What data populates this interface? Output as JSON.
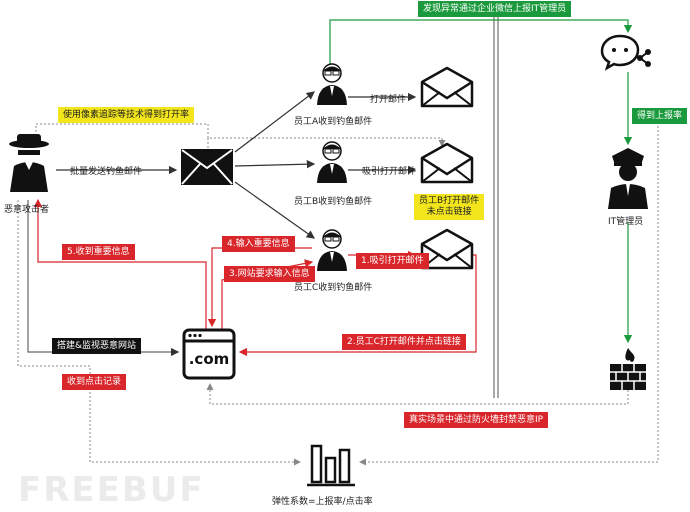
{
  "labels": {
    "attacker": "恶意攻击者",
    "bulk_send": "批量发送钓鱼邮件",
    "pixel_tracking": "使用像素追踪等技术得到打开率",
    "employee_a": "员工A收到钓鱼邮件",
    "employee_b": "员工B收到钓鱼邮件",
    "employee_c": "员工C收到钓鱼邮件",
    "open_mail": "打开邮件",
    "lure_open": "吸引打开邮件",
    "b_opened_line1": "员工B打开邮件",
    "b_opened_line2": "未点击链接",
    "c_step1": "1.吸引打开邮件",
    "c_step2": "2.员工C打开邮件并点击链接",
    "c_step3": "3.网站要求输入信息",
    "c_step4": "4.输入重要信息",
    "c_step5": "5.收到重要信息",
    "build_site": "搭建&监视恶意网站",
    "site_text": ".com",
    "click_record": "收到点击记录",
    "report_it": "发现异常通过企业微信上报IT管理员",
    "got_report": "得到上报率",
    "it_admin": "IT管理员",
    "firewall_ban": "真实场景中通过防火墙封禁恶意IP",
    "resilience": "弹性系数=上报率/点击率",
    "watermark": "FREEBUF"
  },
  "colors": {
    "green": "#1a9a3c",
    "red": "#d8262b",
    "yellow": "#f2e51c",
    "gray": "#888888",
    "dark": "#222222"
  }
}
